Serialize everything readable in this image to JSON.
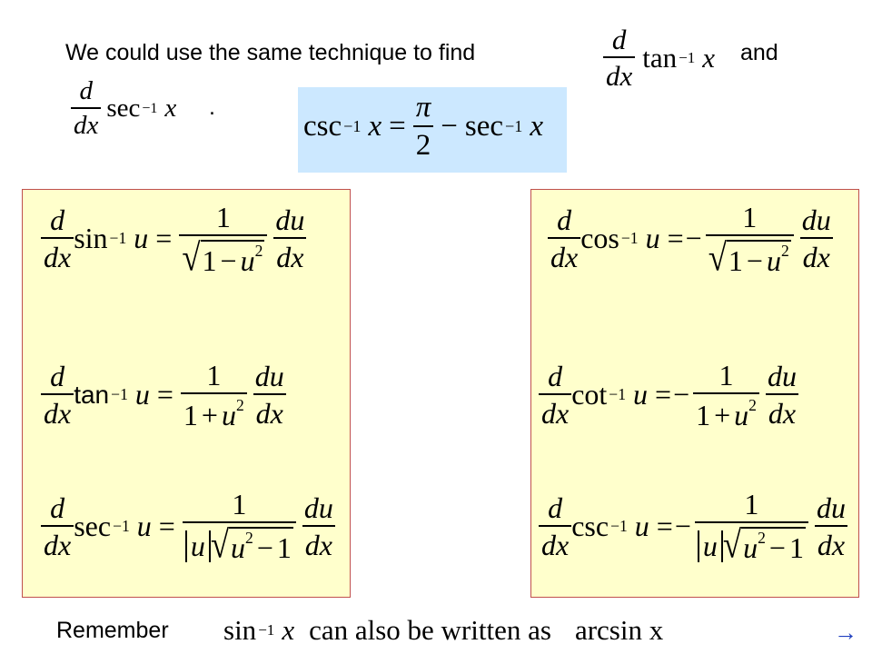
{
  "header": {
    "intro": "We could use the same technique to find",
    "and": "and",
    "period": "."
  },
  "math": {
    "d": "d",
    "dx": "dx",
    "du": "du",
    "u": "u",
    "x": "x",
    "one": "1",
    "two": "2",
    "pi": "π",
    "neg1": "−1",
    "eq": "=",
    "minus": "−",
    "plus": "+",
    "usq": "2",
    "functions": {
      "sin": "sin",
      "cos": "cos",
      "tan": "tan",
      "cot": "cot",
      "sec": "sec",
      "csc": "csc"
    },
    "radical": "√"
  },
  "footer": {
    "remember": "Remember",
    "sin_inv": "sin",
    "phrase": "can also be written as",
    "arcsin": "arcsin x",
    "next_arrow": "→"
  },
  "colors": {
    "panel_bg": "#ffffcc",
    "panel_border": "#c0504d",
    "identity_bg": "#cce8ff"
  }
}
